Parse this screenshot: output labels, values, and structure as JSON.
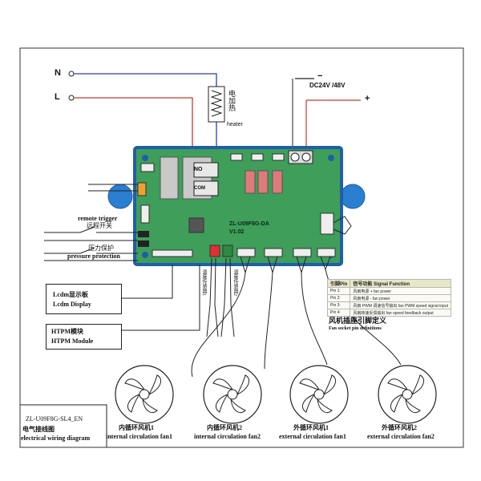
{
  "power": {
    "n_label": "N",
    "l_label": "L"
  },
  "heater": {
    "label_cn": "电加热",
    "label_en": "heater"
  },
  "dc": {
    "label": "DC24V /48V",
    "minus": "−",
    "plus": "+"
  },
  "board": {
    "model": "ZL-U09F8G-DA",
    "version": "V1.02",
    "relay_no": "NO",
    "relay_com": "COM"
  },
  "remote": {
    "label_en": "remote trigger",
    "label_cn": "远程开关"
  },
  "pressure": {
    "label_cn": "压力保护",
    "label_en": "pressure protection"
  },
  "lcdm": {
    "label_cn": "Lcdm显示板",
    "label_en": "Lcdm Display"
  },
  "htpm": {
    "label_cn": "HTPM模块",
    "label_en": "HTPM Module"
  },
  "sensors": {
    "s1": "温度传感器1",
    "s2": "温度传感器2"
  },
  "pin_table": {
    "headers": [
      "引脚Pin",
      "信号功能 Signal Function"
    ],
    "rows": [
      [
        "Pin 1:",
        "风扇电源 + fan power"
      ],
      [
        "Pin 2:",
        "风扇电源 - fan power"
      ],
      [
        "Pin 3:",
        "风扇 PWM 调速信号输出 fan PWM speed signal input"
      ],
      [
        "Pin 4:",
        "风扇转速反馈输出 fan speed feedback output"
      ]
    ]
  },
  "fan_def": {
    "label_cn": "风机插座引脚定义",
    "label_en": "Fan socket pin definitions"
  },
  "fans": [
    {
      "cn": "内循环风机1",
      "en": "internal circulation fan1"
    },
    {
      "cn": "内循环风机2",
      "en": "internal circulation fan2"
    },
    {
      "cn": "外循环风机1",
      "en": "external circulation fan1"
    },
    {
      "cn": "外循环风机2",
      "en": "external circulation fan2"
    }
  ],
  "title_block": {
    "code": "ZL-U09F8G-SL4_EN",
    "cn": "电气接线图",
    "en": "electrical wiring diagram"
  },
  "colors": {
    "board": "#3e9e5a",
    "board_edge": "#1f5fa8",
    "neutral_wire": "#2b3fb0",
    "live_wire": "#c83a2e"
  }
}
